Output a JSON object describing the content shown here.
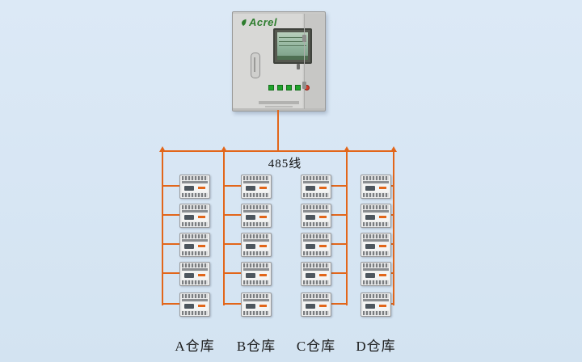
{
  "colors": {
    "background": "#dce9f6",
    "cabinet": "#d8d8d6",
    "wire": "#e2661a",
    "brand_green": "#2e7d2e",
    "button_green": "#1fa32b",
    "button_red": "#d23c2a",
    "screen": "#8fb39c"
  },
  "cabinet": {
    "brand": "Acrel",
    "logo_leaf_icon": "leaf-icon"
  },
  "bus": {
    "label": "485线"
  },
  "warehouses": [
    {
      "label": "A仓库",
      "device_count": 5
    },
    {
      "label": "B仓库",
      "device_count": 5
    },
    {
      "label": "C仓库",
      "device_count": 5
    },
    {
      "label": "D仓库",
      "device_count": 5
    }
  ]
}
